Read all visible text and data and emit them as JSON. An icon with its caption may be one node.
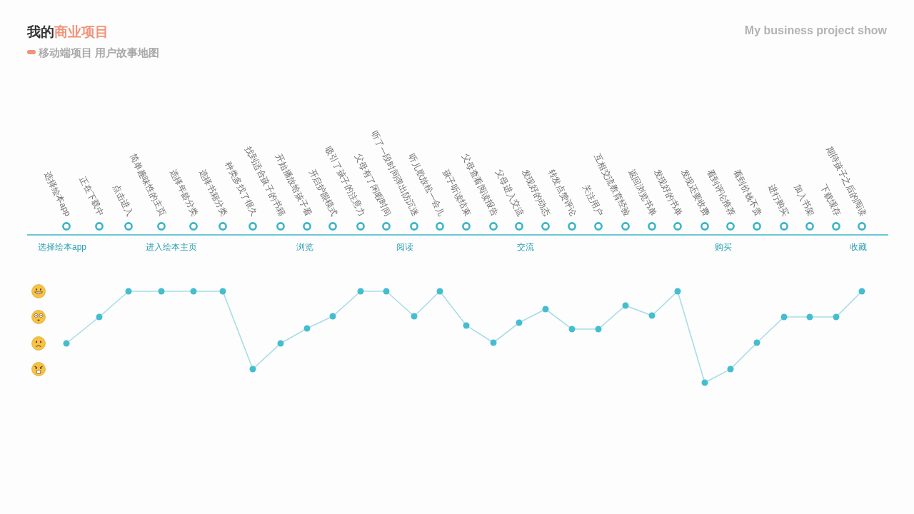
{
  "diagram": {
    "title": "我的**商业项目**",
    "labels": [
      "My business project show",
      "移动端项目 用户故事地图",
      "选择绘本app",
      "正在下载中",
      "点击进入",
      "简单趣味性的主页",
      "选择年龄分类",
      "选择书籍分类",
      "种类多找了很久",
      "找到适合孩子的书籍",
      "开始播放给孩子看",
      "开启护眼模式",
      "吸引了孩子的注意力",
      "父母有了闲暇时间",
      "听了一段时间弹出防沉迷",
      "听儿歌放松一会儿",
      "孩子听读结束",
      "父母查看阅读报告",
      "父母进入交流",
      "发现好的动态",
      "转发点赞评论",
      "关注用户",
      "互相交流教育经验",
      "返回浏览书单",
      "发现好的书单",
      "发现还要收费",
      "看到评论推荐",
      "看到价钱不贵",
      "进行购买",
      "加入书架",
      "下载缓存",
      "期待孩子之后的阅读",
      "选择绘本app",
      "进入绘本主页",
      "浏览",
      "阅读",
      "交流",
      "购买",
      "收藏"
    ]
  }
}
